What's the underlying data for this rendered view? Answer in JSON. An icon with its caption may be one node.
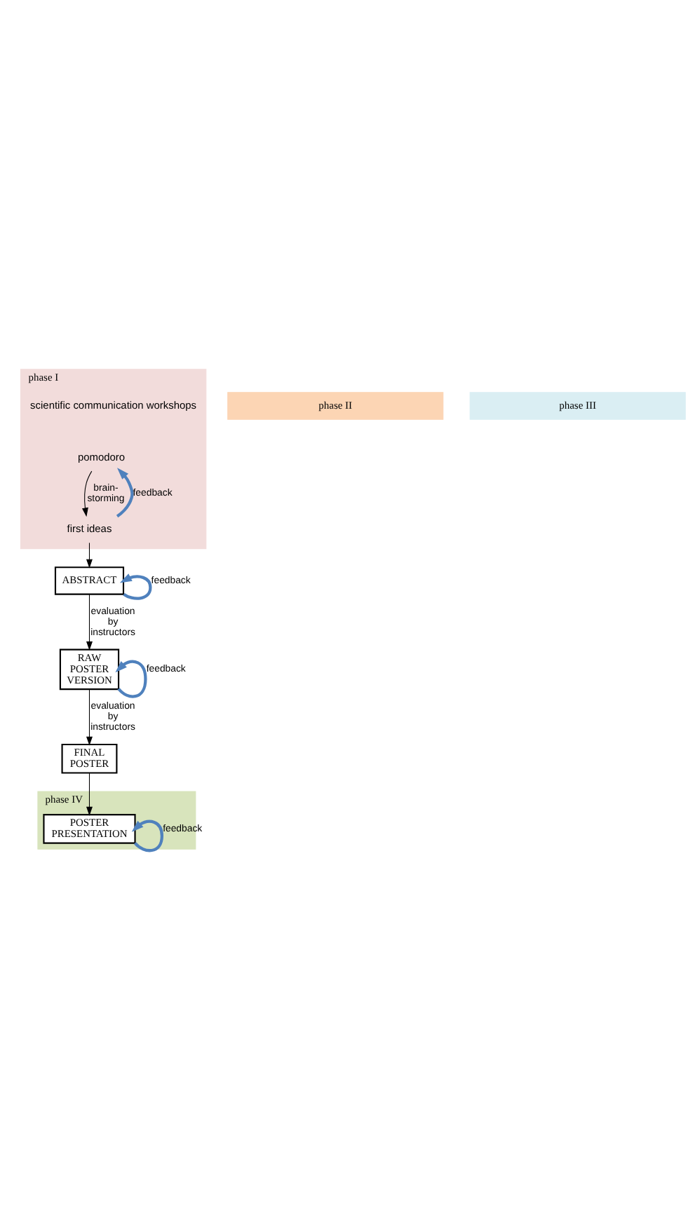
{
  "diagram": {
    "nodes": [
      {
        "text": [
          "phase I"
        ]
      },
      {
        "text": [
          "pomodoro"
        ],
        "in": 0
      },
      {
        "text": [
          "first ideas"
        ],
        "in": 0
      },
      {
        "text": [
          "phase II"
        ]
      },
      {
        "text": [
          "ABSTRACT"
        ]
      },
      {
        "text": [
          "phase III"
        ]
      },
      {
        "text": [
          "RAW POSTER VERSION"
        ]
      },
      {
        "text": [
          "phase IV"
        ]
      },
      {
        "text": [
          "FINAL POSTER"
        ]
      },
      {
        "text": [
          "POSTER PRESENTATION"
        ],
        "in": 7
      }
    ],
    "edges": [
      {
        "from": 1,
        "to": 2,
        "arrow": "to",
        "label": "brain- storming"
      },
      {
        "from": 2,
        "to": 1,
        "arrow": "to",
        "label": "feedback",
        "style": "thick",
        "color": "#4f81bd"
      },
      {
        "from": 2,
        "to": 4,
        "arrow": "to"
      },
      {
        "from": 4,
        "to": 4,
        "arrow": "to",
        "label": "feedback",
        "style": "thick",
        "color": "#4f81bd"
      },
      {
        "from": 4,
        "to": 6,
        "arrow": "to",
        "label": "evaluation by instructors"
      },
      {
        "from": 6,
        "to": 6,
        "arrow": "to",
        "label": "feedback",
        "style": "thick",
        "color": "#4f81bd"
      },
      {
        "from": 6,
        "to": 8,
        "arrow": "to",
        "label": "evaluation by instructors"
      },
      {
        "from": 8,
        "to": 9,
        "arrow": "to"
      },
      {
        "from": 9,
        "to": 9,
        "arrow": "to",
        "label": "feedback",
        "style": "thick",
        "color": "#4f81bd"
      }
    ],
    "labels": [
      "scientific communication workshops"
    ]
  }
}
